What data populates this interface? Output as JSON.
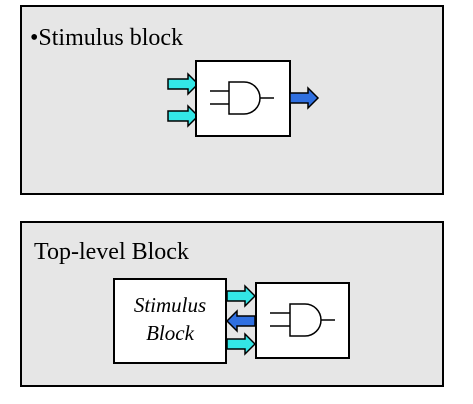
{
  "panel1": {
    "title": "•Stimulus block"
  },
  "panel2": {
    "title": "Top-level Block",
    "stimulus_line1": "Stimulus",
    "stimulus_line2": "Block"
  },
  "colors": {
    "panel_bg": "#e6e6e6",
    "input_arrow": "#33e6e6",
    "output_arrow": "#2f6fe0"
  },
  "icons": [
    "and-gate-icon",
    "arrow-right-icon",
    "arrow-left-icon"
  ]
}
